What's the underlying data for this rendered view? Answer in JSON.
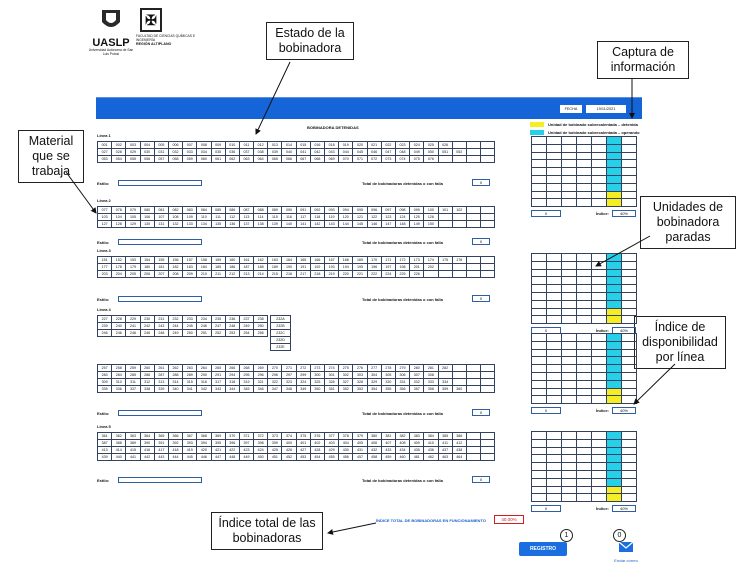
{
  "header": {
    "logo1_name": "UASLP",
    "logo1_sub": "Universidad Autónoma de San Luis Potosí",
    "logo2_text": "FACULTAD DE CIENCIAS QUÍMICAS E INGENIERÍA",
    "logo2_sub": "REGIÓN ALTIPLANO",
    "fecha_label": "FECHA",
    "fecha_value": "19/11/2021"
  },
  "callouts": {
    "estado": "Estado de la bobinadora",
    "material": "Material que se trabaja",
    "captura": "Captura de información",
    "unidades": "Unidades de bobinadora paradas",
    "indice": "Índice de disponibilidad por línea",
    "total": "Índice total de las bobinadoras"
  },
  "main": {
    "title": "BOBINADORA DETENIDAS",
    "estilo_label": "Estilo:",
    "total_label": "Total de bobinadoras detenidas o con falla",
    "legend_yellow": "Unidad de bobinado sobrecalentada – detenida",
    "legend_cyan": "Unidad de bobinado sobrecalentada – operando",
    "colors": {
      "bar": "#1565d8",
      "yellow": "#f5ee24",
      "cyan": "#25d0e8"
    },
    "lines": [
      {
        "name": "Linea 1",
        "count": "0",
        "rows": [
          [
            "001",
            "002",
            "003",
            "004",
            "005",
            "006",
            "007",
            "008",
            "009",
            "010",
            "011",
            "012",
            "013",
            "014",
            "015",
            "016",
            "018",
            "019",
            "020",
            "021",
            "022",
            "023",
            "024",
            "025",
            "026"
          ],
          [
            "027",
            "028",
            "029",
            "030",
            "031",
            "032",
            "033",
            "034",
            "035",
            "036",
            "037",
            "038",
            "039",
            "040",
            "041",
            "042",
            "043",
            "044",
            "045",
            "046",
            "047",
            "048",
            "049",
            "050",
            "051",
            "052"
          ],
          [
            "053",
            "054",
            "055",
            "056",
            "057",
            "058",
            "059",
            "060",
            "061",
            "062",
            "063",
            "064",
            "065",
            "066",
            "067",
            "068",
            "069",
            "070",
            "071",
            "072",
            "073",
            "074",
            "075",
            "076"
          ]
        ]
      },
      {
        "name": "Linea 2",
        "count": "0",
        "rows": [
          [
            "077",
            "078",
            "079",
            "080",
            "081",
            "082",
            "083",
            "084",
            "085",
            "086",
            "087",
            "088",
            "089",
            "090",
            "091",
            "092",
            "093",
            "094",
            "095",
            "096",
            "097",
            "098",
            "099",
            "100",
            "101",
            "102"
          ],
          [
            "103",
            "104",
            "105",
            "106",
            "107",
            "108",
            "109",
            "110",
            "111",
            "112",
            "113",
            "114",
            "115",
            "116",
            "117",
            "118",
            "119",
            "120",
            "121",
            "122",
            "123",
            "124",
            "125",
            "126"
          ],
          [
            "127",
            "128",
            "129",
            "130",
            "131",
            "132",
            "133",
            "134",
            "135",
            "136",
            "137",
            "138",
            "139",
            "140",
            "141",
            "142",
            "143",
            "144",
            "145",
            "146",
            "147",
            "148",
            "149",
            "150"
          ]
        ]
      },
      {
        "name": "Linea 3",
        "count": "0",
        "rows": [
          [
            "151",
            "152",
            "153",
            "154",
            "155",
            "156",
            "157",
            "158",
            "159",
            "160",
            "161",
            "162",
            "163",
            "164",
            "165",
            "166",
            "167",
            "168",
            "169",
            "170",
            "171",
            "172",
            "173",
            "174",
            "175",
            "176"
          ],
          [
            "177",
            "178",
            "179",
            "180",
            "181",
            "182",
            "183",
            "184",
            "185",
            "186",
            "187",
            "188",
            "189",
            "190",
            "191",
            "192",
            "193",
            "194",
            "195",
            "196",
            "197",
            "198",
            "201",
            "202"
          ],
          [
            "203",
            "204",
            "205",
            "206",
            "207",
            "208",
            "209",
            "210",
            "211",
            "212",
            "213",
            "214",
            "215",
            "216",
            "217",
            "218",
            "219",
            "220",
            "221",
            "222",
            "224",
            "225",
            "226"
          ]
        ]
      },
      {
        "name": "Linea 4",
        "count": "0",
        "rows": [
          [
            "227",
            "228",
            "229",
            "230",
            "231",
            "232",
            "233",
            "234",
            "235",
            "236",
            "237",
            "238"
          ],
          [
            "239",
            "240",
            "241",
            "242",
            "243",
            "244",
            "245",
            "246",
            "247",
            "248",
            "249",
            "250",
            "251",
            "252",
            "253",
            "254"
          ],
          [
            "246",
            "246",
            "246",
            "246",
            "248",
            "249",
            "250",
            "251",
            "252",
            "253",
            "254",
            "256"
          ]
        ],
        "extra": [
          "232A",
          "232B",
          "232C",
          "232D",
          "232E"
        ],
        "rows2": [
          [
            "257",
            "258",
            "259",
            "260",
            "261",
            "262",
            "263",
            "264",
            "265",
            "266",
            "268",
            "269",
            "270",
            "271",
            "272",
            "273",
            "274",
            "275",
            "276",
            "277",
            "278",
            "279",
            "280",
            "281",
            "282"
          ],
          [
            "283",
            "284",
            "285",
            "286",
            "287",
            "288",
            "289",
            "290",
            "291",
            "294",
            "295",
            "296",
            "296",
            "297",
            "299",
            "300",
            "301",
            "302",
            "303",
            "304",
            "305",
            "306",
            "307",
            "308"
          ],
          [
            "309",
            "310",
            "311",
            "312",
            "313",
            "314",
            "315",
            "316",
            "317",
            "318",
            "319",
            "321",
            "322",
            "323",
            "324",
            "325",
            "326",
            "327",
            "328",
            "329",
            "330",
            "331",
            "332",
            "333",
            "334"
          ],
          [
            "335",
            "336",
            "337",
            "338",
            "339",
            "340",
            "341",
            "342",
            "343",
            "344",
            "345",
            "346",
            "347",
            "348",
            "349",
            "350",
            "351",
            "352",
            "353",
            "354",
            "355",
            "356",
            "357",
            "358",
            "359",
            "360"
          ]
        ]
      },
      {
        "name": "Linea 5",
        "count": "0",
        "rows": [
          [
            "361",
            "362",
            "363",
            "364",
            "365",
            "366",
            "367",
            "368",
            "369",
            "370",
            "371",
            "372",
            "373",
            "374",
            "375",
            "376",
            "377",
            "378",
            "379",
            "380",
            "381",
            "382",
            "383",
            "384",
            "385",
            "386"
          ],
          [
            "387",
            "388",
            "389",
            "390",
            "391",
            "392",
            "393",
            "394",
            "395",
            "396",
            "397",
            "398",
            "399",
            "400",
            "401",
            "402",
            "403",
            "404",
            "405",
            "406",
            "407",
            "408",
            "409",
            "410",
            "411",
            "412"
          ],
          [
            "413",
            "414",
            "415",
            "416",
            "417",
            "418",
            "419",
            "420",
            "421",
            "422",
            "423",
            "424",
            "425",
            "426",
            "427",
            "428",
            "429",
            "430",
            "431",
            "432",
            "433",
            "434",
            "435",
            "436",
            "437",
            "438"
          ],
          [
            "439",
            "440",
            "441",
            "442",
            "443",
            "444",
            "445",
            "446",
            "447",
            "448",
            "449",
            "450",
            "451",
            "452",
            "453",
            "454",
            "455",
            "456",
            "457",
            "458",
            "459",
            "460",
            "461",
            "462",
            "463",
            "464"
          ]
        ]
      }
    ],
    "panels": [
      {
        "stopped": "0",
        "index_label": "Índice:",
        "index": "40%"
      },
      {
        "stopped": "0",
        "index_label": "Índice:",
        "index": "40%"
      },
      {
        "stopped": "0",
        "index_label": "Índice:",
        "index": "40%"
      },
      {
        "stopped": "0",
        "index_label": "Índice:",
        "index": "40%"
      }
    ],
    "total_index_label": "ÍNDICE TOTAL DE BOBINADORAS EN FUNCIONAMIENTO",
    "total_index_value": "40.00%",
    "registro_label": "REGISTRO",
    "registro_badge": "1",
    "email_label": "Enviar correo",
    "email_badge": "0"
  }
}
